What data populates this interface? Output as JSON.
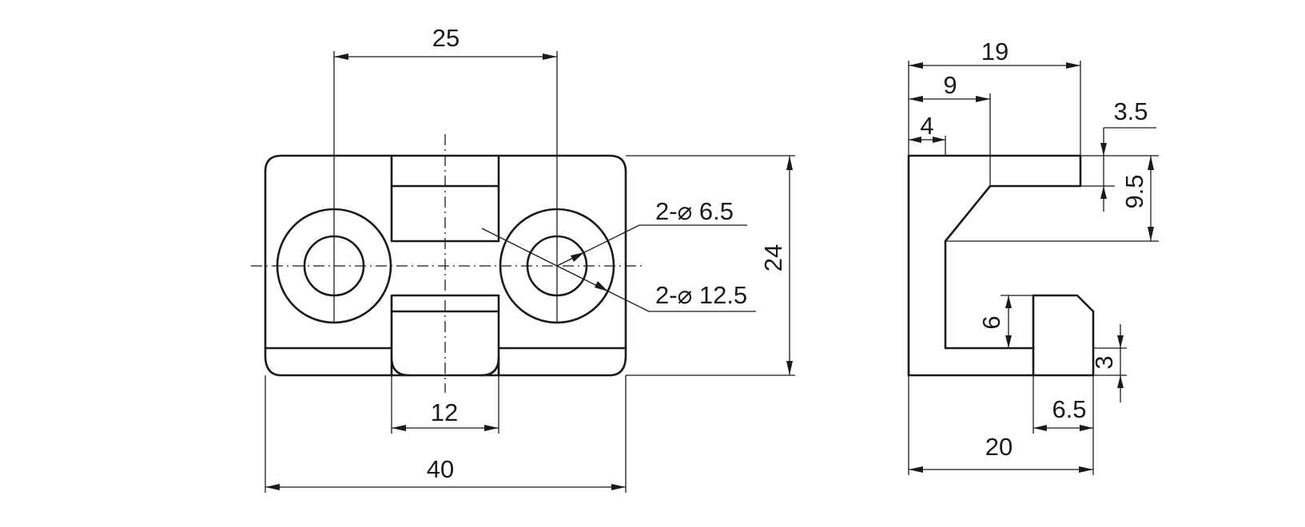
{
  "front_view": {
    "dim_hole_spacing": "25",
    "dim_slot_width": "12",
    "dim_overall_width": "40",
    "dim_height": "24",
    "callout_small_hole": "2-⌀ 6.5",
    "callout_large_hole": "2-⌀ 12.5"
  },
  "side_view": {
    "dim_top_width": "19",
    "dim_chamfer_start": "9",
    "dim_wall_thickness": "4",
    "dim_flange_thickness": "3.5",
    "dim_upper_depth": "9.5",
    "dim_lip_height": "6",
    "dim_base_thickness": "3",
    "dim_lip_width": "6.5",
    "dim_overall_depth": "20"
  }
}
